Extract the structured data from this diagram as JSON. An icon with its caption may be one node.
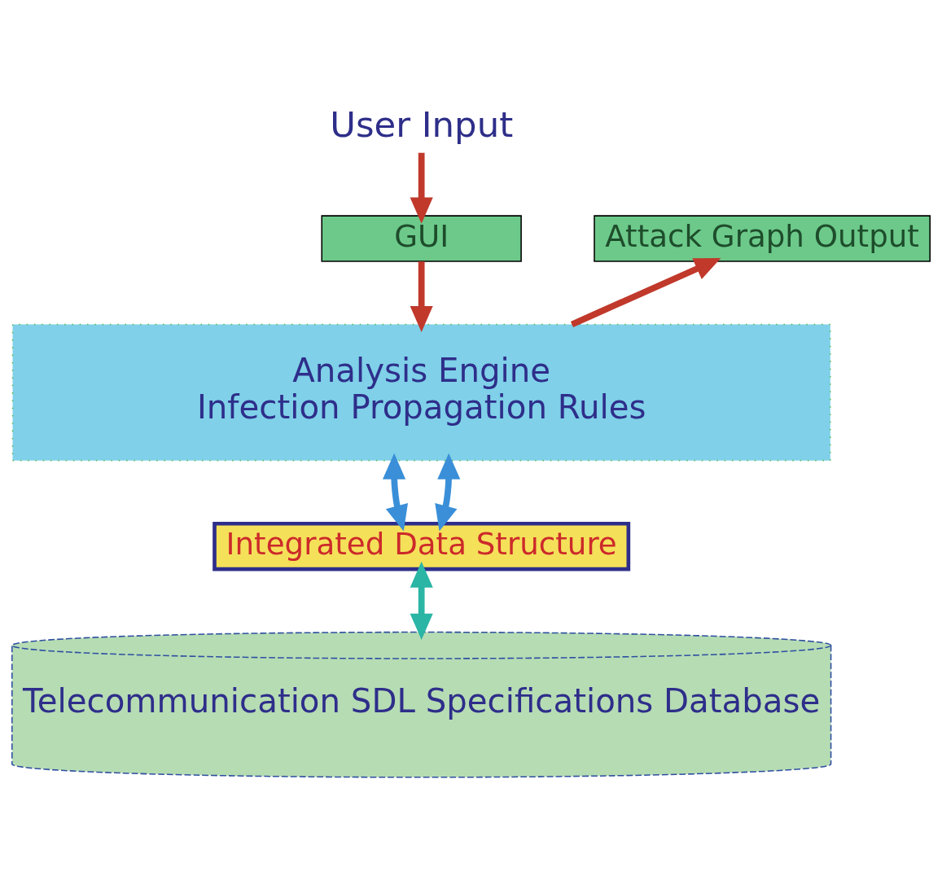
{
  "diagram": {
    "nodes": [
      {
        "text": [
          "User Input"
        ]
      },
      {
        "text": [
          "GUI"
        ]
      },
      {
        "text": [
          "Attack Graph Output"
        ]
      },
      {
        "text": [
          "Analysis Engine",
          "Infection Propagation Rules"
        ]
      },
      {
        "text": [
          "Integrated Data Structure"
        ]
      },
      {
        "text": [
          "Telecommunication SDL Specifications Database"
        ]
      }
    ],
    "edges": [
      {
        "from": 0,
        "to": 1,
        "arrow": "to"
      },
      {
        "from": 1,
        "to": 3,
        "arrow": "to"
      },
      {
        "from": 3,
        "to": 2,
        "arrow": "to"
      },
      {
        "from": 3,
        "to": 4,
        "arrow": "both",
        "color": "#3a8fd8"
      },
      {
        "from": 3,
        "to": 4,
        "arrow": "both",
        "color": "#3a8fd8"
      },
      {
        "from": 4,
        "to": 5,
        "arrow": "both",
        "color": "#2ab5a5"
      }
    ]
  }
}
